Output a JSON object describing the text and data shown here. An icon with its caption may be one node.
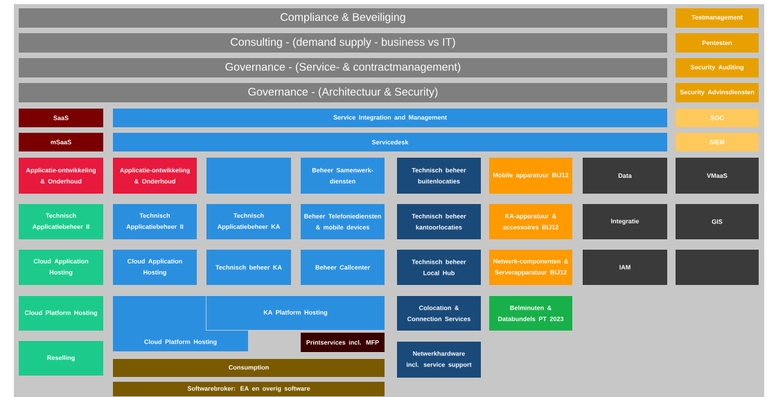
{
  "diagram": {
    "nodes": [
      {
        "text": [
          "Compliance & Beveiliging"
        ]
      },
      {
        "text": [
          "Testmanagement"
        ]
      },
      {
        "text": [
          "Consulting - (demand supply - business vs IT)"
        ]
      },
      {
        "text": [
          "Pentesten"
        ]
      },
      {
        "text": [
          "Governance - (Service- & contractmanagement)"
        ]
      },
      {
        "text": [
          "Security Auditing"
        ]
      },
      {
        "text": [
          "Governance - (Architectuur & Security)"
        ]
      },
      {
        "text": [
          "Security Advinsdiensten"
        ]
      },
      {
        "text": [
          "SaaS"
        ]
      },
      {
        "text": [
          "Service Integration and Management"
        ]
      },
      {
        "text": [
          "SOC"
        ]
      },
      {
        "text": [
          "mSaaS"
        ]
      },
      {
        "text": [
          "Servicedesk"
        ]
      },
      {
        "text": [
          "SIEM"
        ]
      },
      {
        "text": [
          "Applicatie-ontwikkeling & Onderhoud"
        ]
      },
      {
        "text": [
          "Applicatie-ontwikkeling & Onderhoud"
        ]
      },
      {
        "text": [],
        "shape": "box"
      },
      {
        "text": [
          "Beheer Samenwerk-diensten"
        ]
      },
      {
        "text": [
          "Technisch beheer buitenlocaties"
        ]
      },
      {
        "text": [
          "Mobile apparatuur BIJ12"
        ]
      },
      {
        "text": [
          "Data"
        ]
      },
      {
        "text": [
          "VMaaS"
        ]
      },
      {
        "text": [
          "Technisch Applicatiebeheer II"
        ]
      },
      {
        "text": [
          "Technisch Applicatiebeheer II"
        ]
      },
      {
        "text": [
          "Technisch Applicatiebeheer KA"
        ]
      },
      {
        "text": [
          "Beheer Telefoniediensten & mobile devices"
        ]
      },
      {
        "text": [
          "Technisch beheer kantoorlocaties"
        ]
      },
      {
        "text": [
          "KA-apparatuur & accessoires BIJ12"
        ]
      },
      {
        "text": [
          "Integratie"
        ]
      },
      {
        "text": [
          "GIS"
        ]
      },
      {
        "text": [
          "Cloud Application Hosting"
        ]
      },
      {
        "text": [
          "Cloud Application Hosting"
        ]
      },
      {
        "text": [
          "Technisch beheer KA"
        ]
      },
      {
        "text": [
          "Beheer Callcenter"
        ]
      },
      {
        "text": [
          "Technisch beheer Local Hub"
        ]
      },
      {
        "text": [
          "Netwerk-componenten & Serverapparatuur BIJ12"
        ]
      },
      {
        "text": [
          "IAM"
        ]
      },
      {
        "text": [],
        "shape": "box"
      },
      {
        "text": [
          "Cloud Platform Hosting"
        ]
      },
      {
        "text": [
          "Cloud Platform Hosting"
        ]
      },
      {
        "text": [
          "KA Platform Hosting"
        ]
      },
      {
        "text": [
          "Colocation & Connection Services"
        ]
      },
      {
        "text": [
          "Belminuten & Databundels PT 2023"
        ]
      },
      {
        "text": [
          "Printservices incl. MFP"
        ]
      },
      {
        "text": [
          "Reselling"
        ]
      },
      {
        "text": [
          "Netwerkhardware incl. service support"
        ]
      },
      {
        "text": [
          "Consumption"
        ]
      },
      {
        "text": [
          "Softwarebroker: EA en overig software"
        ]
      }
    ]
  }
}
